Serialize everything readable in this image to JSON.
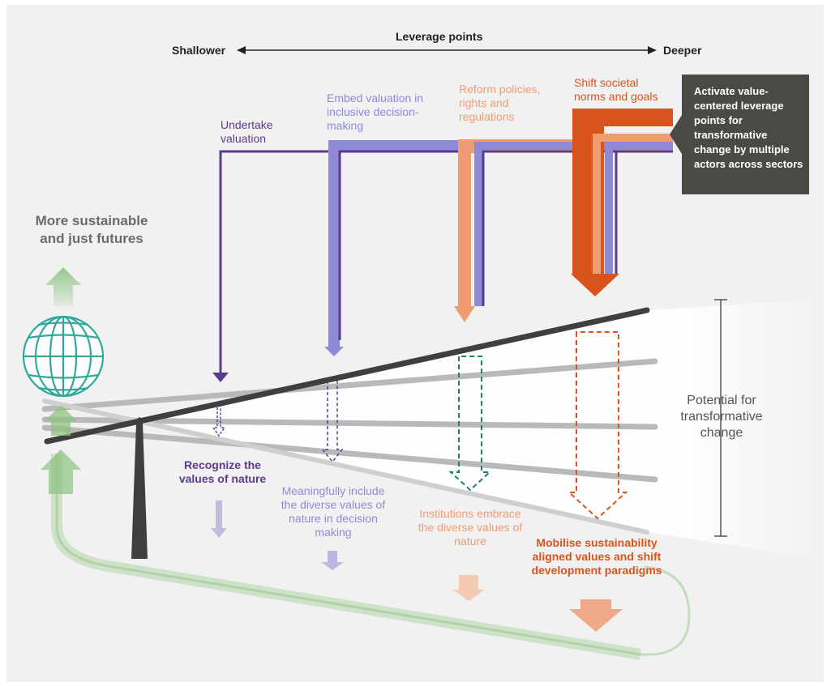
{
  "header": {
    "title": "Leverage points",
    "left": "Shallower",
    "right": "Deeper"
  },
  "futures_label": "More sustainable and just futures",
  "activate_label": "Activate value-centered leverage points for transformative change by multiple actors across sectors",
  "potential_label": "Potential for transformative change",
  "levers": [
    {
      "label": "Undertake valuation",
      "outcome": "Recognize the values of nature",
      "color": "#5b3a8e"
    },
    {
      "label": "Embed valuation in inclusive decision-making",
      "outcome": "Meaningfully include the diverse values of nature in decision making",
      "color": "#8f8ad8"
    },
    {
      "label": "Reform policies, rights and regulations",
      "outcome": "Institutions embrace the diverse values of nature",
      "color": "#ef9c73"
    },
    {
      "label": "Shift societal norms and goals",
      "outcome": "Mobilise sustainability aligned values and shift development paradigms",
      "color": "#d9541c"
    }
  ],
  "colors": {
    "teal": "#2fa99a",
    "green": "#8dc27f",
    "dark_gray": "#3f3f3f",
    "panel": "#4a4a45"
  }
}
